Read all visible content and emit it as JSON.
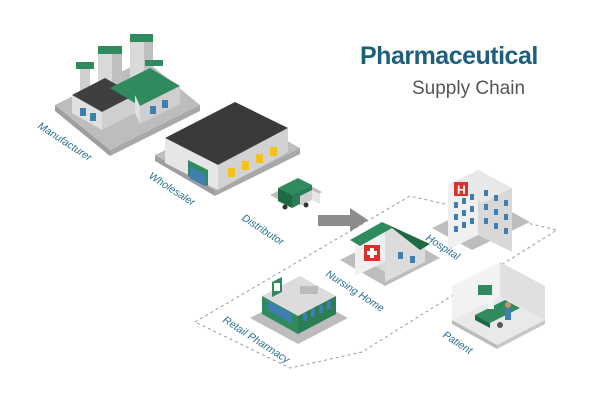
{
  "title": {
    "main": "Pharmaceutical",
    "sub": "Supply Chain"
  },
  "nodes": {
    "manufacturer": "Manufacturer",
    "wholesaler": "Wholesaler",
    "distributor": "Distributor",
    "nursing_home": "Nursing Home",
    "hospital": "Hospital",
    "retail_pharmacy": "Retail Pharmacy",
    "patient": "Patient"
  },
  "colors": {
    "accent": "#1d5f7c",
    "green": "#2f8a5e",
    "dark_green": "#1e6a45",
    "roof": "#3d3d3d",
    "platform": "#b8b8b8",
    "wall": "#e8e8e8",
    "window_blue": "#3f7fb0"
  }
}
